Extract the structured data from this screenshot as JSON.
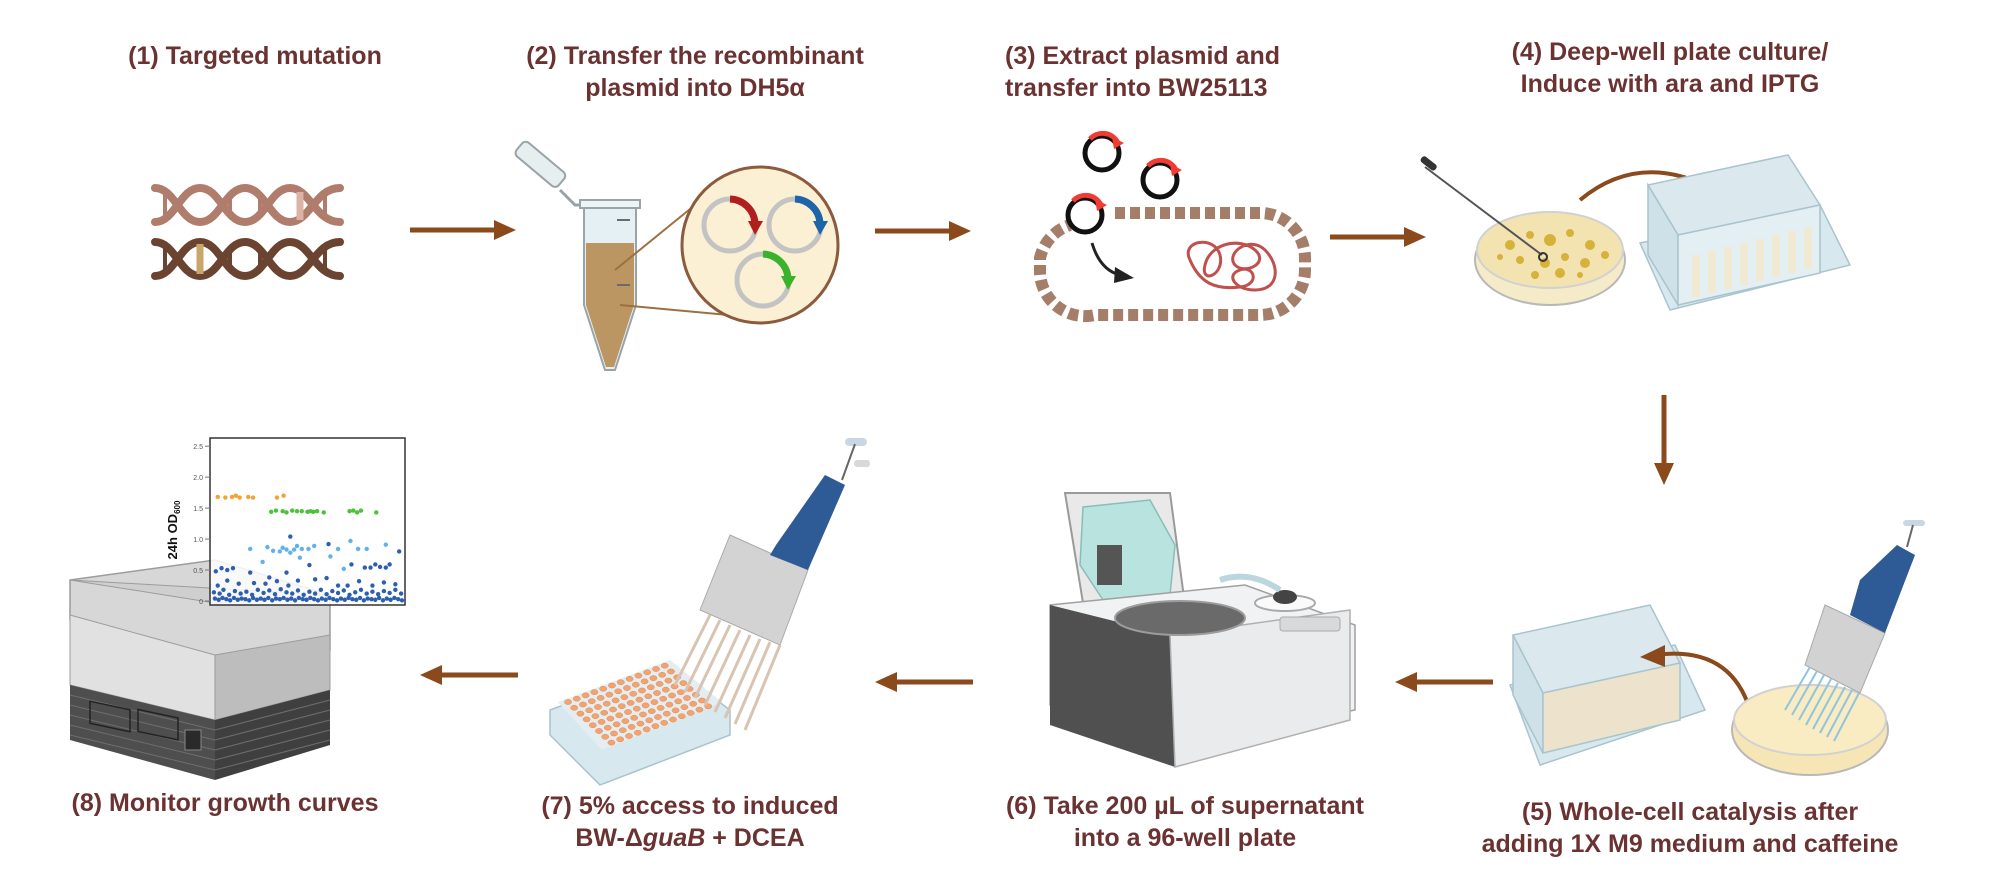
{
  "title": "Workflow for targeted mutation screening with growth-curve readout",
  "colors": {
    "label_text": "#6b3232",
    "arrow": "#8a4a1c",
    "orange_points": "#f5a234",
    "green_points": "#4cc23a",
    "lightblue_points": "#5fb2ea",
    "darkblue_points": "#2d5fb0"
  },
  "steps": [
    {
      "number": "(1)",
      "lines": [
        "(1) Targeted mutation"
      ],
      "icon": "dna-double-helix-icon"
    },
    {
      "number": "(2)",
      "lines": [
        "(2)  Transfer the recombinant",
        "plasmid into DH5α"
      ],
      "icon": "microtube-with-plasmids-icon"
    },
    {
      "number": "(3)",
      "lines": [
        "(3) Extract plasmid and",
        "transfer into BW25113"
      ],
      "icon": "bacterium-plasmid-uptake-icon"
    },
    {
      "number": "(4)",
      "lines": [
        "(4) Deep-well plate culture/",
        "Induce with ara and IPTG"
      ],
      "icon": "petri-dish-to-deep-well-plate-icon"
    },
    {
      "number": "(5)",
      "lines": [
        "(5) Whole-cell catalysis after",
        "adding 1X M9 medium and caffeine"
      ],
      "icon": "multichannel-pipette-deep-well-plate-icon"
    },
    {
      "number": "(6)",
      "lines": [
        "(6) Take 200 µL of supernatant",
        "into a 96-well plate"
      ],
      "icon": "centrifuge-icon"
    },
    {
      "number": "(7)",
      "line1": "(7) 5% access to induced",
      "line2_prefix": "BW-Δ",
      "line2_italic": "guaB",
      "line2_suffix": " + DCEA",
      "icon": "multichannel-pipette-96-well-plate-icon"
    },
    {
      "number": "(8)",
      "lines": [
        "(8) Monitor growth curves"
      ],
      "icon": "plate-reader-icon"
    }
  ],
  "chart_data": {
    "type": "scatter",
    "title": "",
    "xlabel": "",
    "ylabel": "24h OD600",
    "ylabel_main": "24h OD",
    "ylabel_sub": "600",
    "ylim": [
      0,
      2.6
    ],
    "yticks": [
      0,
      0.5,
      1.0,
      1.5,
      2.0,
      2.5
    ],
    "ytick_labels": [
      "0",
      "0.5",
      "1.0",
      "1.5",
      "2.0",
      "2.5"
    ],
    "xlim": [
      0,
      100
    ],
    "grid": false,
    "series": [
      {
        "name": "orange",
        "color": "#f5a234",
        "points": [
          [
            3,
            1.68
          ],
          [
            7,
            1.67
          ],
          [
            10.5,
            1.68
          ],
          [
            12.5,
            1.7
          ],
          [
            14.5,
            1.67
          ],
          [
            19,
            1.68
          ],
          [
            21.5,
            1.67
          ],
          [
            34,
            1.67
          ],
          [
            37.5,
            1.7
          ]
        ]
      },
      {
        "name": "green",
        "color": "#4cc23a",
        "points": [
          [
            31,
            1.44
          ],
          [
            33.5,
            1.46
          ],
          [
            37,
            1.45
          ],
          [
            39,
            1.43
          ],
          [
            42,
            1.46
          ],
          [
            44.5,
            1.45
          ],
          [
            47,
            1.45
          ],
          [
            50,
            1.44
          ],
          [
            51.5,
            1.45
          ],
          [
            53,
            1.44
          ],
          [
            55,
            1.45
          ],
          [
            58.5,
            1.43
          ],
          [
            72,
            1.45
          ],
          [
            74,
            1.46
          ],
          [
            76,
            1.43
          ],
          [
            78,
            1.46
          ],
          [
            86,
            1.43
          ]
        ]
      },
      {
        "name": "light-blue",
        "color": "#5fb2ea",
        "points": [
          [
            20,
            0.84
          ],
          [
            26.5,
            0.63
          ],
          [
            29,
            0.87
          ],
          [
            32,
            0.81
          ],
          [
            35.5,
            0.8
          ],
          [
            37,
            0.86
          ],
          [
            39,
            0.83
          ],
          [
            41,
            0.78
          ],
          [
            43,
            0.83
          ],
          [
            44.5,
            0.89
          ],
          [
            46,
            0.7
          ],
          [
            47,
            0.84
          ],
          [
            50.5,
            0.84
          ],
          [
            53.5,
            0.89
          ],
          [
            62,
            0.72
          ],
          [
            66,
            0.84
          ],
          [
            69,
            0.52
          ],
          [
            72.5,
            0.97
          ],
          [
            76.5,
            0.84
          ],
          [
            81,
            0.84
          ],
          [
            91,
            0.91
          ]
        ]
      },
      {
        "name": "dark-blue",
        "color": "#2d5fb0",
        "points": [
          [
            2,
            0.48
          ],
          [
            5,
            0.53
          ],
          [
            8,
            0.5
          ],
          [
            11,
            0.53
          ],
          [
            20,
            0.46
          ],
          [
            30,
            0.38
          ],
          [
            39,
            0.46
          ],
          [
            41,
            1.04
          ],
          [
            51,
            0.58
          ],
          [
            61,
            0.92
          ],
          [
            73,
            0.59
          ],
          [
            80,
            0.54
          ],
          [
            83,
            0.54
          ],
          [
            85.5,
            0.59
          ],
          [
            88,
            0.55
          ],
          [
            91,
            0.54
          ],
          [
            93,
            0.59
          ],
          [
            98,
            0.8
          ],
          [
            3,
            0.25
          ],
          [
            8,
            0.33
          ],
          [
            14,
            0.28
          ],
          [
            22,
            0.29
          ],
          [
            28,
            0.28
          ],
          [
            34,
            0.32
          ],
          [
            40,
            0.25
          ],
          [
            45,
            0.33
          ],
          [
            54,
            0.35
          ],
          [
            60,
            0.37
          ],
          [
            66,
            0.25
          ],
          [
            71,
            0.25
          ],
          [
            77,
            0.32
          ],
          [
            84,
            0.25
          ],
          [
            90,
            0.3
          ],
          [
            96,
            0.27
          ],
          [
            1,
            0.14
          ],
          [
            4,
            0.12
          ],
          [
            6,
            0.18
          ],
          [
            9,
            0.1
          ],
          [
            12,
            0.16
          ],
          [
            15,
            0.12
          ],
          [
            18,
            0.15
          ],
          [
            21,
            0.1
          ],
          [
            24,
            0.18
          ],
          [
            27,
            0.13
          ],
          [
            30,
            0.17
          ],
          [
            33,
            0.11
          ],
          [
            36,
            0.19
          ],
          [
            39,
            0.14
          ],
          [
            42,
            0.12
          ],
          [
            45,
            0.17
          ],
          [
            48,
            0.1
          ],
          [
            51,
            0.15
          ],
          [
            54,
            0.12
          ],
          [
            57,
            0.18
          ],
          [
            60,
            0.11
          ],
          [
            63,
            0.16
          ],
          [
            66,
            0.13
          ],
          [
            69,
            0.17
          ],
          [
            72,
            0.1
          ],
          [
            75,
            0.14
          ],
          [
            78,
            0.18
          ],
          [
            81,
            0.12
          ],
          [
            84,
            0.15
          ],
          [
            87,
            0.11
          ],
          [
            90,
            0.16
          ],
          [
            93,
            0.13
          ],
          [
            96,
            0.18
          ],
          [
            99,
            0.12
          ],
          [
            1.5,
            0.04
          ],
          [
            3.5,
            0.02
          ],
          [
            5.5,
            0.05
          ],
          [
            7.5,
            0.03
          ],
          [
            9.5,
            0.01
          ],
          [
            11.5,
            0.05
          ],
          [
            13.5,
            0.02
          ],
          [
            15.5,
            0.04
          ],
          [
            17.5,
            0.03
          ],
          [
            19.5,
            0.01
          ],
          [
            21.5,
            0.05
          ],
          [
            23.5,
            0.02
          ],
          [
            25.5,
            0.04
          ],
          [
            27.5,
            0.02
          ],
          [
            29.5,
            0.05
          ],
          [
            31.5,
            0.01
          ],
          [
            33.5,
            0.04
          ],
          [
            35.5,
            0.03
          ],
          [
            37.5,
            0.05
          ],
          [
            39.5,
            0.02
          ],
          [
            41.5,
            0.04
          ],
          [
            43.5,
            0.01
          ],
          [
            45.5,
            0.05
          ],
          [
            47.5,
            0.03
          ],
          [
            49.5,
            0.02
          ],
          [
            51.5,
            0.05
          ],
          [
            53.5,
            0.03
          ],
          [
            55.5,
            0.01
          ],
          [
            57.5,
            0.04
          ],
          [
            59.5,
            0.02
          ],
          [
            61.5,
            0.05
          ],
          [
            63.5,
            0.03
          ],
          [
            65.5,
            0.01
          ],
          [
            67.5,
            0.04
          ],
          [
            69.5,
            0.02
          ],
          [
            71.5,
            0.05
          ],
          [
            73.5,
            0.03
          ],
          [
            75.5,
            0.02
          ],
          [
            77.5,
            0.05
          ],
          [
            79.5,
            0.01
          ],
          [
            81.5,
            0.04
          ],
          [
            83.5,
            0.03
          ],
          [
            85.5,
            0.02
          ],
          [
            87.5,
            0.05
          ],
          [
            89.5,
            0.01
          ],
          [
            91.5,
            0.04
          ],
          [
            93.5,
            0.02
          ],
          [
            95.5,
            0.05
          ],
          [
            97.5,
            0.03
          ],
          [
            99.5,
            0.01
          ]
        ]
      }
    ]
  }
}
